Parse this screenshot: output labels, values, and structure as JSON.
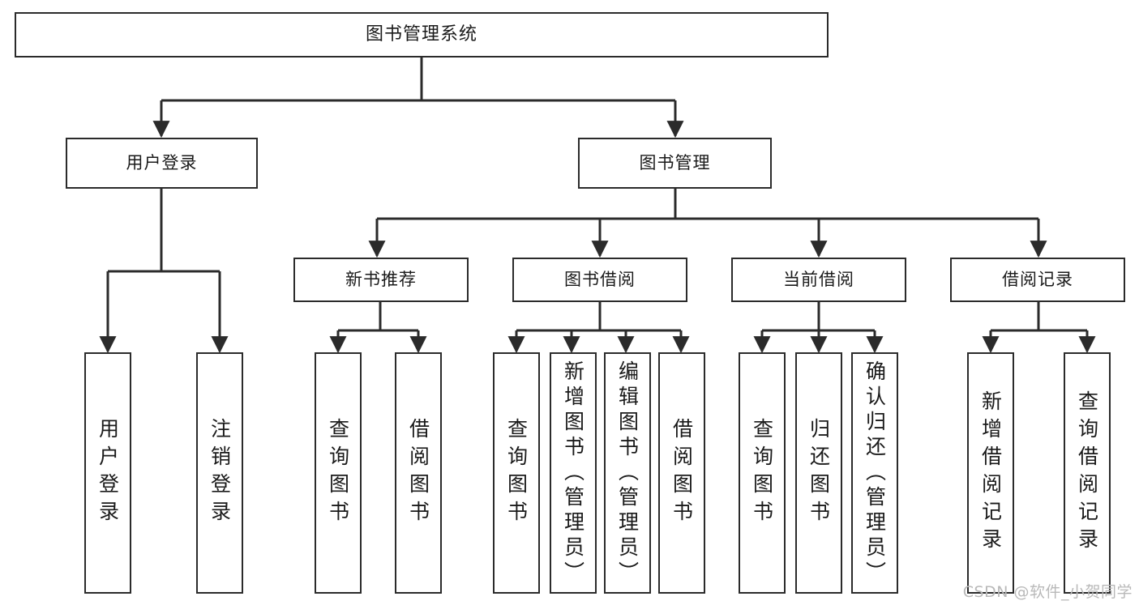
{
  "diagram": {
    "title": "图书管理系统",
    "type": "tree",
    "watermark": "CSDN @软件_小贺同学",
    "colors": {
      "node_border": "#2b2b2b",
      "node_fill": "#ffffff",
      "connector": "#2b2b2b",
      "text": "#1a1a1a",
      "watermark": "#b9b9b9"
    },
    "nodes": {
      "root": {
        "label": "图书管理系统"
      },
      "level2": [
        {
          "label": "用户登录"
        },
        {
          "label": "图书管理"
        }
      ],
      "level3": [
        {
          "label": "新书推荐"
        },
        {
          "label": "图书借阅"
        },
        {
          "label": "当前借阅"
        },
        {
          "label": "借阅记录"
        }
      ],
      "leaves": {
        "user_login": [
          {
            "label": "用户登录"
          },
          {
            "label": "注销登录"
          }
        ],
        "new_book_recommend": [
          {
            "label": "查询图书"
          },
          {
            "label": "借阅图书"
          }
        ],
        "book_borrow": [
          {
            "label": "查询图书"
          },
          {
            "label": "新增图书（管理员）"
          },
          {
            "label": "编辑图书（管理员）"
          },
          {
            "label": "借阅图书"
          }
        ],
        "current_borrow": [
          {
            "label": "查询图书"
          },
          {
            "label": "归还图书"
          },
          {
            "label": "确认归还（管理员）"
          }
        ],
        "borrow_record": [
          {
            "label": "新增借阅记录"
          },
          {
            "label": "查询借阅记录"
          }
        ]
      }
    },
    "edges": [
      {
        "from": "图书管理系统",
        "to": "用户登录"
      },
      {
        "from": "图书管理系统",
        "to": "图书管理"
      },
      {
        "from": "用户登录",
        "to": "用户登录"
      },
      {
        "from": "用户登录",
        "to": "注销登录"
      },
      {
        "from": "图书管理",
        "to": "新书推荐"
      },
      {
        "from": "图书管理",
        "to": "图书借阅"
      },
      {
        "from": "图书管理",
        "to": "当前借阅"
      },
      {
        "from": "图书管理",
        "to": "借阅记录"
      },
      {
        "from": "新书推荐",
        "to": "查询图书"
      },
      {
        "from": "新书推荐",
        "to": "借阅图书"
      },
      {
        "from": "图书借阅",
        "to": "查询图书"
      },
      {
        "from": "图书借阅",
        "to": "新增图书（管理员）"
      },
      {
        "from": "图书借阅",
        "to": "编辑图书（管理员）"
      },
      {
        "from": "图书借阅",
        "to": "借阅图书"
      },
      {
        "from": "当前借阅",
        "to": "查询图书"
      },
      {
        "from": "当前借阅",
        "to": "归还图书"
      },
      {
        "from": "当前借阅",
        "to": "确认归还（管理员）"
      },
      {
        "from": "借阅记录",
        "to": "新增借阅记录"
      },
      {
        "from": "借阅记录",
        "to": "查询借阅记录"
      }
    ]
  }
}
